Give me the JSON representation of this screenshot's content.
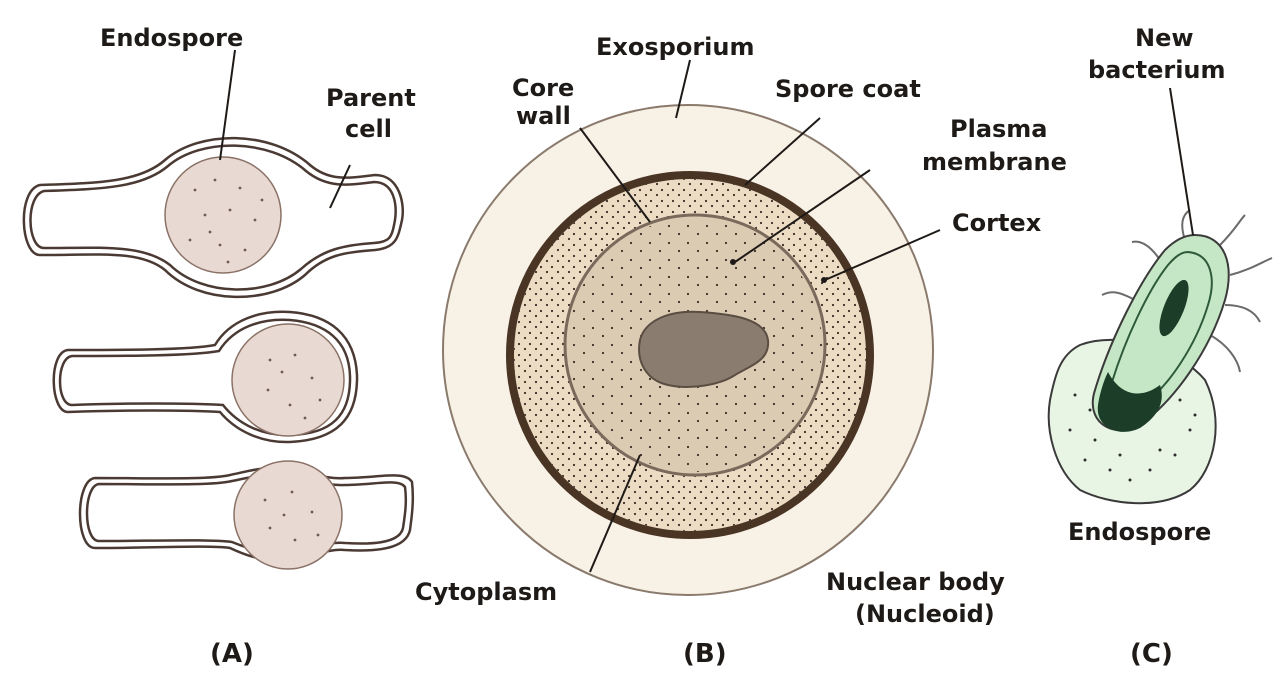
{
  "labels": {
    "a_endospore": "Endospore",
    "a_parent_cell_1": "Parent",
    "a_parent_cell_2": "cell",
    "b_exosporium": "Exosporium",
    "b_core_wall_1": "Core",
    "b_core_wall_2": "wall",
    "b_spore_coat": "Spore coat",
    "b_plasma_membrane_1": "Plasma",
    "b_plasma_membrane_2": "membrane",
    "b_cortex": "Cortex",
    "b_cytoplasm": "Cytoplasm",
    "b_nuclear_body_1": "Nuclear body",
    "b_nuclear_body_2": "(Nucleoid)",
    "c_new_bacterium_1": "New",
    "c_new_bacterium_2": "bacterium",
    "c_endospore": "Endospore"
  },
  "panels": {
    "a": "(A)",
    "b": "(B)",
    "c": "(C)"
  },
  "colors": {
    "outline": "#4a3a33",
    "spore_fill": "#e8d9d3",
    "exosporium_fill": "#f8f1e6",
    "cortex_fill": "#ecdcc4",
    "core_fill": "#dccbb3",
    "nucleoid_fill": "#8a7d70",
    "spore_coat": "#4a3424",
    "c_spore_fill": "#e9f5e4",
    "c_bacterium_fill": "#c6e7c6",
    "c_bacterium_dark": "#1c3d27"
  }
}
